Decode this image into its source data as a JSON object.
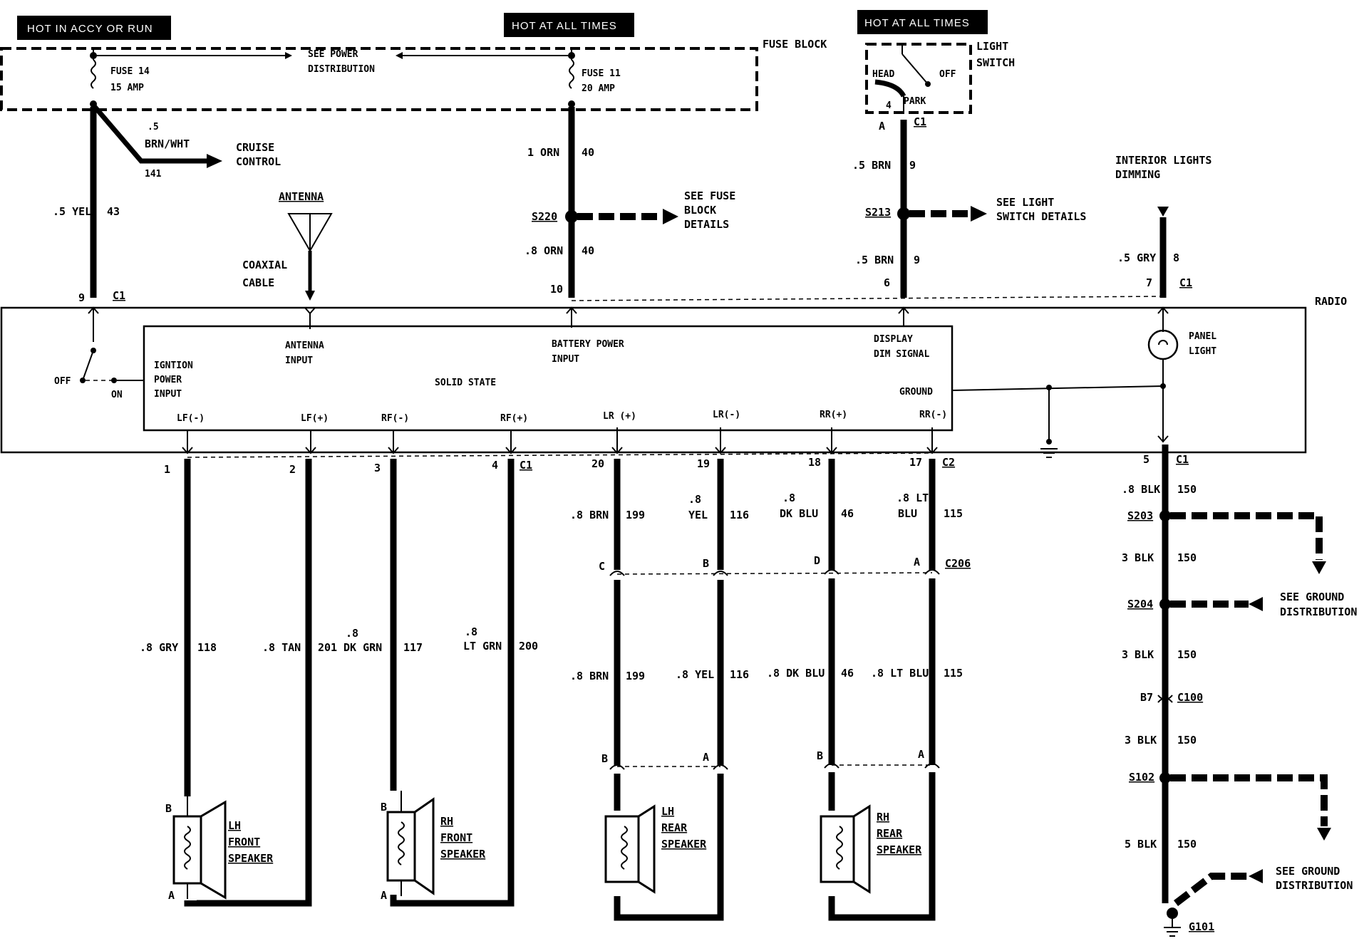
{
  "headers": {
    "hot_accy_run": "HOT IN ACCY OR RUN",
    "hot_all_times_1": "HOT AT ALL TIMES",
    "hot_all_times_2": "HOT AT ALL TIMES"
  },
  "fuse_block": {
    "label": "FUSE BLOCK",
    "fuse14": "FUSE 14",
    "fuse14_amp": "15 AMP",
    "fuse11": "FUSE 11",
    "fuse11_amp": "20 AMP",
    "see_power": "SEE POWER",
    "distribution": "DISTRIBUTION"
  },
  "light_switch": {
    "title1": "LIGHT",
    "title2": "SWITCH",
    "head": "HEAD",
    "off": "OFF",
    "park": "PARK",
    "pin": "4",
    "conn_pin": "A",
    "conn": "C1"
  },
  "cruise": {
    "wire_size": ".5",
    "wire_color": "BRN/WHT",
    "circuit": "141",
    "dest1": "CRUISE",
    "dest2": "CONTROL"
  },
  "wires_top": {
    "yel_size": ".5 YEL",
    "yel_ckt": "43",
    "orn1_size": "1 ORN",
    "orn1_ckt": "40",
    "orn2_size": ".8 ORN",
    "orn2_ckt": "40",
    "brn1_size": ".5 BRN",
    "brn1_ckt": "9",
    "brn2_size": ".5 BRN",
    "brn2_ckt": "9",
    "gry_size": ".5 GRY",
    "gry_ckt": "8"
  },
  "splices_top": {
    "s220": "S220",
    "s213": "S213",
    "see_fuse1": "SEE FUSE",
    "see_fuse2": "BLOCK",
    "see_fuse3": "DETAILS",
    "see_light1": "SEE LIGHT",
    "see_light2": "SWITCH DETAILS"
  },
  "antenna": {
    "label": "ANTENNA",
    "coax1": "COAXIAL",
    "coax2": "CABLE"
  },
  "interior": {
    "line1": "INTERIOR LIGHTS",
    "line2": "DIMMING"
  },
  "radio": {
    "label": "RADIO",
    "solid_state": "SOLID STATE",
    "ign1": "IGNTION",
    "ign2": "POWER",
    "ign3": "INPUT",
    "ant1": "ANTENNA",
    "ant2": "INPUT",
    "bat1": "BATTERY POWER",
    "bat2": "INPUT",
    "disp1": "DISPLAY",
    "disp2": "DIM SIGNAL",
    "ground": "GROUND",
    "panel1": "PANEL",
    "panel2": "LIGHT",
    "off": "OFF",
    "on": "ON",
    "pin9": "9",
    "pin10": "10",
    "pin6": "6",
    "pin7": "7",
    "c1a": "C1",
    "c1b": "C1",
    "outputs": [
      "LF(-)",
      "LF(+)",
      "RF(-)",
      "RF(+)",
      "LR (+)",
      "LR(-)",
      "RR(+)",
      "RR(-)"
    ]
  },
  "bottom_pins": {
    "p1": "1",
    "p2": "2",
    "p3": "3",
    "p4": "4",
    "c1": "C1",
    "p20": "20",
    "p19": "19",
    "p18": "18",
    "p17": "17",
    "c2": "C2",
    "p5": "5",
    "c1g": "C1"
  },
  "front_wires": {
    "w1_size": ".8 GRY",
    "w1_ckt": "118",
    "w2_size": ".8 TAN",
    "w2_ckt": "201",
    "w3_size_a": ".8",
    "w3_size_b": "DK GRN",
    "w3_ckt": "117",
    "w4_size_a": ".8",
    "w4_size_b": "LT GRN",
    "w4_ckt": "200"
  },
  "rear_wires_top": {
    "w20_size": ".8 BRN",
    "w20_ckt": "199",
    "w19_size_a": ".8",
    "w19_size_b": "YEL",
    "w19_ckt": "116",
    "w18_size_a": ".8",
    "w18_size_b": "DK BLU",
    "w18_ckt": "46",
    "w17_size_a": ".8 LT",
    "w17_size_b": "BLU",
    "w17_ckt": "115"
  },
  "c206": {
    "label": "C206",
    "pins": [
      "C",
      "B",
      "D",
      "A"
    ]
  },
  "rear_wires_bottom": {
    "w20_size": ".8 BRN",
    "w20_ckt": "199",
    "w19_size": ".8 YEL",
    "w19_ckt": "116",
    "w18_size": ".8 DK BLU",
    "w18_ckt": "46",
    "w17_size": ".8 LT BLU",
    "w17_ckt": "115"
  },
  "speakers": {
    "lh_front": [
      "LH",
      "FRONT",
      "SPEAKER"
    ],
    "rh_front": [
      "RH",
      "FRONT",
      "SPEAKER"
    ],
    "lh_rear": [
      "LH",
      "REAR",
      "SPEAKER"
    ],
    "rh_rear": [
      "RH",
      "REAR",
      "SPEAKER"
    ],
    "pin_b": "B",
    "pin_a": "A"
  },
  "ground_path": {
    "blk08_size": ".8 BLK",
    "blk08_ckt": "150",
    "s203": "S203",
    "blk3a_size": "3 BLK",
    "blk3a_ckt": "150",
    "s204": "S204",
    "blk3b_size": "3 BLK",
    "blk3b_ckt": "150",
    "c100_pin": "B7",
    "c100": "C100",
    "blk3c_size": "3 BLK",
    "blk3c_ckt": "150",
    "s102": "S102",
    "blk5_size": "5 BLK",
    "blk5_ckt": "150",
    "g101": "G101",
    "see_ground1a": "SEE GROUND",
    "see_ground1b": "DISTRIBUTION",
    "see_ground2a": "SEE GROUND",
    "see_ground2b": "DISTRIBUTION"
  }
}
